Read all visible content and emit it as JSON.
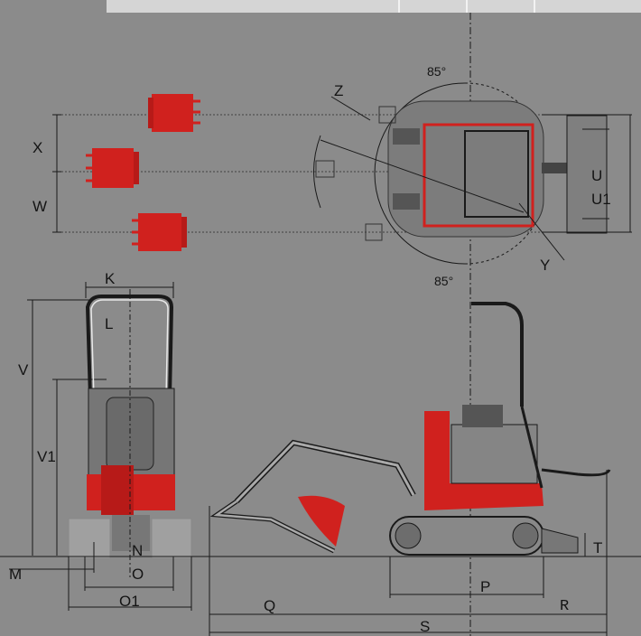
{
  "labels": {
    "angle_top": "85°",
    "angle_bottom": "85°",
    "z": "Z",
    "y": "Y",
    "x": "X",
    "w": "W",
    "u": "U",
    "u1": "U1",
    "k": "K",
    "l": "L",
    "v": "V",
    "v1": "V1",
    "m": "M",
    "n": "N",
    "o": "O",
    "o1": "O1",
    "p": "P",
    "q": "Q",
    "r": "R",
    "s": "S",
    "t": "T"
  },
  "colors": {
    "background": "#8b8b8b",
    "machine_red": "#d0211e",
    "line": "#1a1a1a",
    "header_bar": "#d5d5d5"
  }
}
